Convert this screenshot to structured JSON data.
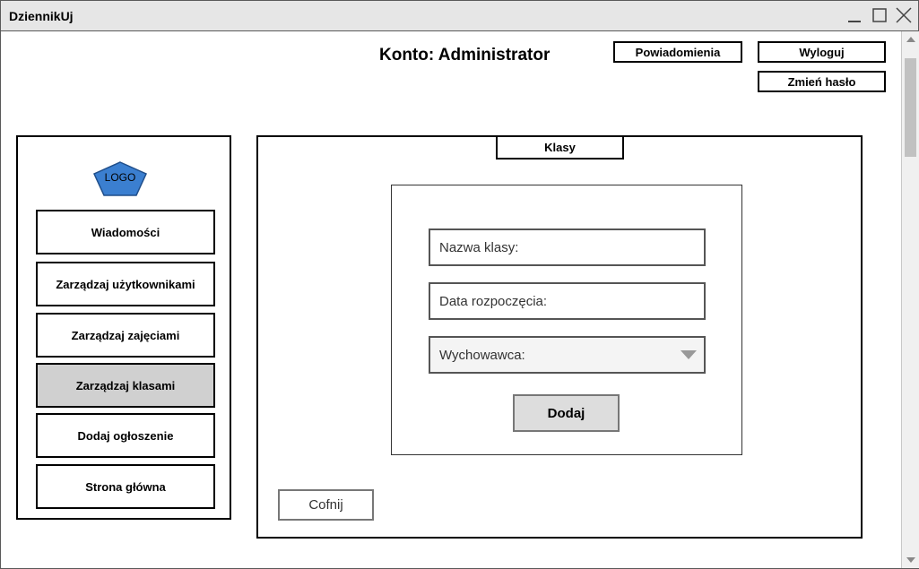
{
  "window": {
    "title": "DziennikUj",
    "controls": [
      "minimize-icon",
      "maximize-icon",
      "close-icon"
    ]
  },
  "header": {
    "account_title": "Konto: Administrator",
    "notifications_label": "Powiadomienia",
    "logout_label": "Wyloguj",
    "change_password_label": "Zmień hasło"
  },
  "sidebar": {
    "logo_text": "LOGO",
    "logo_color": "#3b7fd0",
    "items": [
      {
        "label": "Wiadomości",
        "active": false
      },
      {
        "label": "Zarządzaj użytkownikami",
        "active": false
      },
      {
        "label": "Zarządzaj zajęciami",
        "active": false
      },
      {
        "label": "Zarządzaj klasami",
        "active": true
      },
      {
        "label": "Dodaj ogłoszenie",
        "active": false
      },
      {
        "label": "Strona główna",
        "active": false
      }
    ]
  },
  "main": {
    "tab_label": "Klasy",
    "form": {
      "class_name_placeholder": "Nazwa klasy:",
      "start_date_placeholder": "Data rozpoczęcia:",
      "teacher_select_label": "Wychowawca:",
      "add_label": "Dodaj"
    },
    "back_label": "Cofnij"
  }
}
